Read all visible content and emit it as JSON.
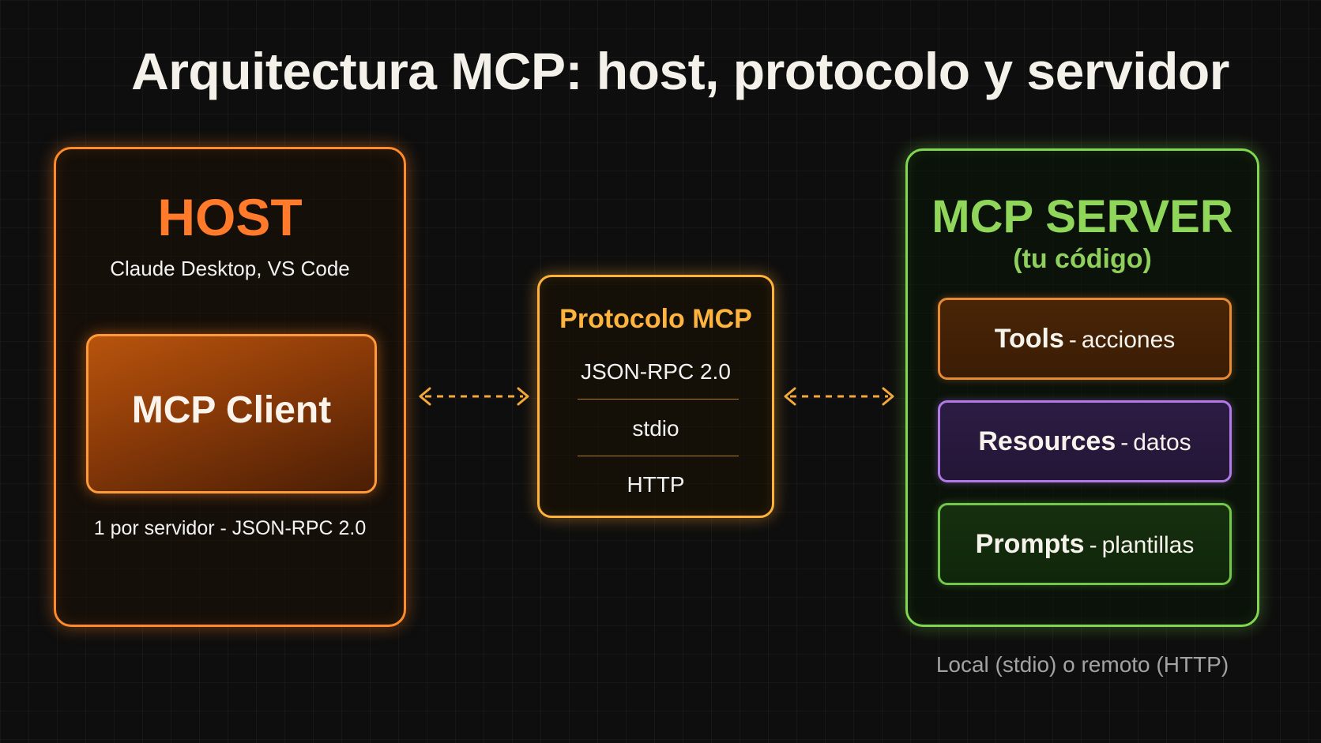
{
  "title": "Arquitectura MCP: host, protocolo y servidor",
  "host": {
    "title": "HOST",
    "subtitle": "Claude Desktop, VS Code",
    "client_label": "MCP Client",
    "note": "1 por servidor - JSON-RPC 2.0"
  },
  "protocol": {
    "title": "Protocolo MCP",
    "items": [
      "JSON-RPC 2.0",
      "stdio",
      "HTTP"
    ]
  },
  "server": {
    "title": "MCP SERVER",
    "subtitle": "(tu código)",
    "capabilities": [
      {
        "name": "Tools",
        "sep": "-",
        "desc": "acciones"
      },
      {
        "name": "Resources",
        "sep": "-",
        "desc": "datos"
      },
      {
        "name": "Prompts",
        "sep": "-",
        "desc": "plantillas"
      }
    ],
    "note": "Local (stdio) o remoto (HTTP)"
  },
  "colors": {
    "host": "#ff7a2a",
    "protocol": "#ffb53d",
    "server": "#8fd65a",
    "tools": "#e88a34",
    "resources": "#b27ae8",
    "prompts": "#72c84a",
    "arrow": "#f2a83a"
  }
}
